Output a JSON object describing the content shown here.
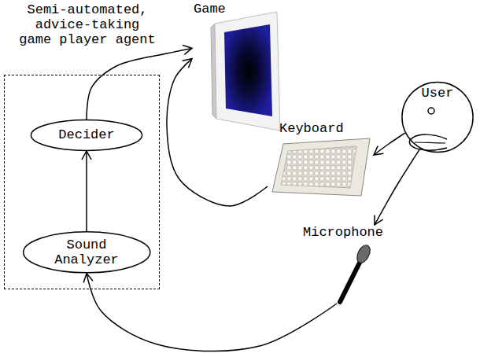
{
  "diagram": {
    "nodes": [
      {
        "text": [
          "Semi-automated, advice-taking game player agent"
        ]
      },
      {
        "text": [
          "Decider"
        ],
        "in": 0
      },
      {
        "text": [
          "Sound Analyzer"
        ],
        "in": 0
      },
      {
        "text": [
          "Game"
        ]
      },
      {
        "text": [
          "User"
        ]
      },
      {
        "text": [
          "Keyboard"
        ]
      },
      {
        "text": [
          "Microphone"
        ]
      }
    ],
    "edges": [
      {
        "from": 2,
        "to": 1,
        "arrow": "to"
      },
      {
        "from": 1,
        "to": 3,
        "arrow": "to"
      },
      {
        "from": 5,
        "to": 3,
        "arrow": "to"
      },
      {
        "from": 4,
        "to": 5,
        "arrow": "to"
      },
      {
        "from": 4,
        "to": 6,
        "arrow": "to"
      },
      {
        "from": 6,
        "to": 2,
        "arrow": "to"
      }
    ]
  }
}
